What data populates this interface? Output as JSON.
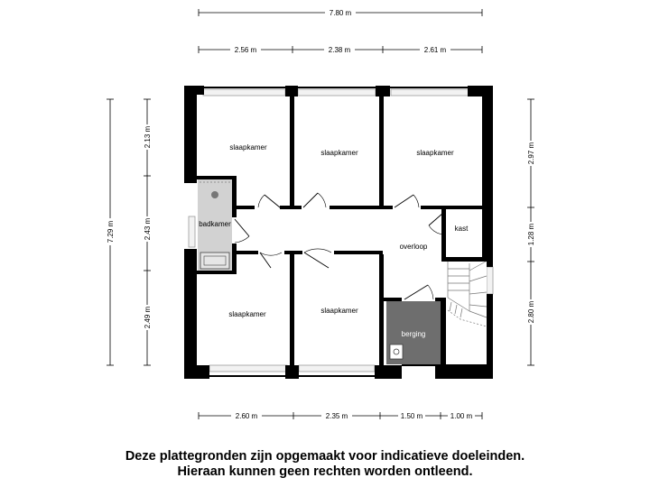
{
  "dimensions": {
    "top_total": "7.80 m",
    "top_1": "2.56 m",
    "top_2": "2.38 m",
    "top_3": "2.61 m",
    "left_total": "7.29 m",
    "left_1": "2.13 m",
    "left_2": "2.43 m",
    "left_3": "2.49 m",
    "right_1": "2.97 m",
    "right_2": "1.28 m",
    "right_3": "2.80 m",
    "bottom_1": "2.60 m",
    "bottom_2": "2.35 m",
    "bottom_3": "1.50 m",
    "bottom_4": "1.00 m"
  },
  "rooms": {
    "bedroom_top_left": "slaapkamer",
    "bedroom_top_mid": "slaapkamer",
    "bedroom_top_right": "slaapkamer",
    "bathroom": "badkamer",
    "closet": "kast",
    "landing": "overloop",
    "bedroom_bottom_left": "slaapkamer",
    "bedroom_bottom_mid": "slaapkamer",
    "storage": "berging"
  },
  "disclaimer": {
    "line1": "Deze plattegronden zijn opgemaakt voor indicatieve doeleinden.",
    "line2": "Hieraan kunnen geen rechten worden ontleend."
  },
  "colors": {
    "wall": "#000000",
    "bathroom_fill": "#d2d2d2",
    "storage_fill": "#6e6e6e",
    "window": "#c8c8c8"
  }
}
